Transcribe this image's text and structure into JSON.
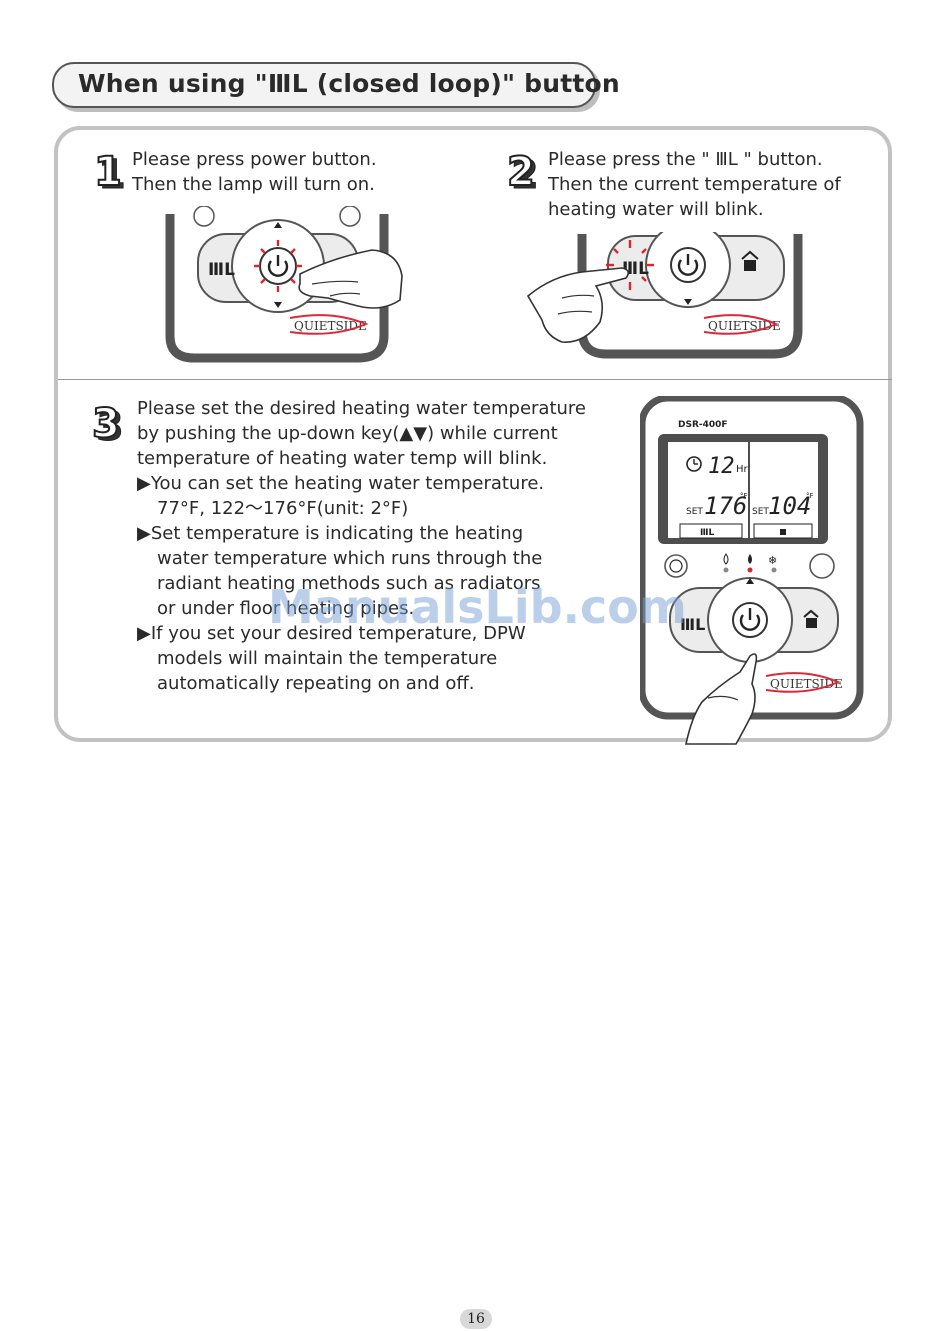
{
  "title": "When using \"ⅢⅬ (closed loop)\" button",
  "steps": [
    {
      "number": "1",
      "lines": [
        "Please press power button.",
        "Then the lamp will turn on."
      ]
    },
    {
      "number": "2",
      "lines": [
        "Please press the \" ⅢⅬ \" button.",
        "Then the current temperature of",
        "heating water will blink."
      ]
    },
    {
      "number": "3",
      "lines": [
        "Please set the desired heating water temperature",
        "by pushing the up-down key(▲▼) while current",
        "temperature of heating water temp will blink."
      ],
      "bullets": [
        [
          "▶You can set the heating water temperature.",
          "77°F, 122〜176°F(unit: 2°F)"
        ],
        [
          "▶Set temperature is indicating the heating",
          "water temperature which runs through the",
          "radiant heating methods such as radiators",
          "or under floor heating pipes."
        ],
        [
          "▶If you set your desired temperature, DPW",
          "models will maintain the temperature",
          "automatically repeating on and off."
        ]
      ]
    }
  ],
  "controller": {
    "brand": "QUIETSIDE",
    "model": "DSR-400F",
    "timer_value": "12",
    "timer_unit": "Hr",
    "set_label": "SET",
    "heating_temp": "176",
    "dhw_temp": "104",
    "temp_unit": "°F",
    "heating_icon": "ⅢⅬ"
  },
  "watermark": "ManualsLib.com",
  "page_number": "16",
  "colors": {
    "blink_red": "#e0242a",
    "device_dark": "#5a5a5a",
    "brand_red": "#d82a3a"
  }
}
